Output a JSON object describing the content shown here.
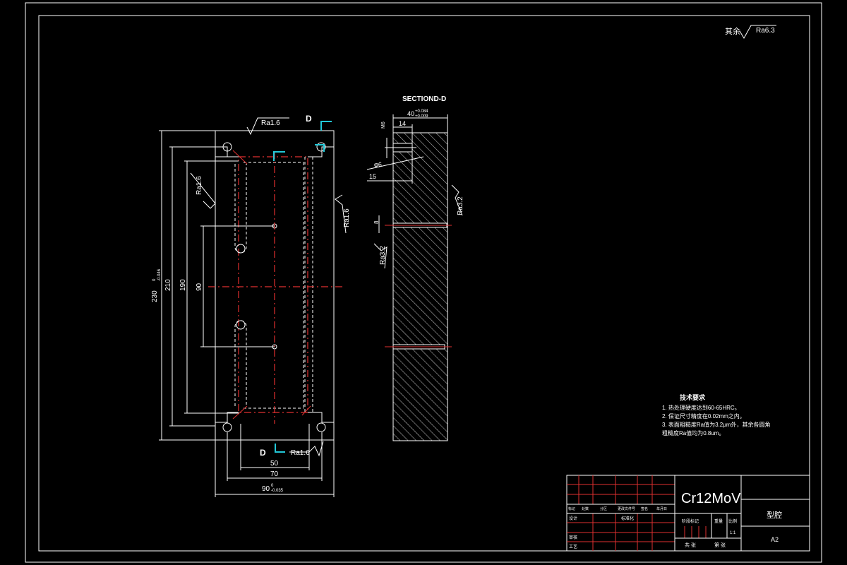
{
  "drawing": {
    "roughness_default_prefix": "其余",
    "roughness_default_value": "Ra6.3",
    "section_view_title": "SECTIOND-D",
    "section_marker": "D",
    "front_view": {
      "roughness_top": "Ra1.6",
      "roughness_left": "Ra1.6",
      "roughness_right": "Ra1.6",
      "roughness_bottom": "Ra1.6",
      "dim_230": "230",
      "dim_230_tol_upper": "0",
      "dim_230_tol_lower": "-0.046",
      "dim_210": "210",
      "dim_190": "190",
      "dim_90_vertical": "90",
      "dim_50": "50",
      "dim_70": "70",
      "dim_90_horizontal": "90",
      "dim_90_tol_upper": "0",
      "dim_90_tol_lower": "-0.035"
    },
    "section_view": {
      "dim_40": "40",
      "dim_40_tol_upper": "+0.084",
      "dim_40_tol_lower": "+0.009",
      "dim_14": "14",
      "dim_m6_label": "M6",
      "dim_phi6": "φ6",
      "dim_15": "15",
      "dim_8": "8",
      "roughness_right": "Ra3.2",
      "roughness_left": "Ra3.2"
    },
    "tech_requirements": {
      "title": "技术要求",
      "items": [
        "1. 热处理硬度达到60-65HRC。",
        "2. 保证尺寸精度在0.02mm之内。",
        "3. 表面粗糙度Ra值为3.2μm外，其余各圆角",
        "粗糙度Ra值均为0.8um。"
      ]
    }
  },
  "title_block": {
    "material": "Cr12MoV",
    "part_name": "型腔",
    "col_labels": [
      "标记",
      "处数",
      "分区",
      "更改文件号",
      "签名",
      "年月日"
    ],
    "row_design": "设计",
    "row_standardize": "标准化",
    "row_review": "审核",
    "row_process": "工艺",
    "stage_label": "阶段标记",
    "weight_label": "重量",
    "scale_label": "比例",
    "scale_value": "1:1",
    "sheet_total": "共 张",
    "sheet_num": "第 张",
    "sheet_size": "A2"
  }
}
